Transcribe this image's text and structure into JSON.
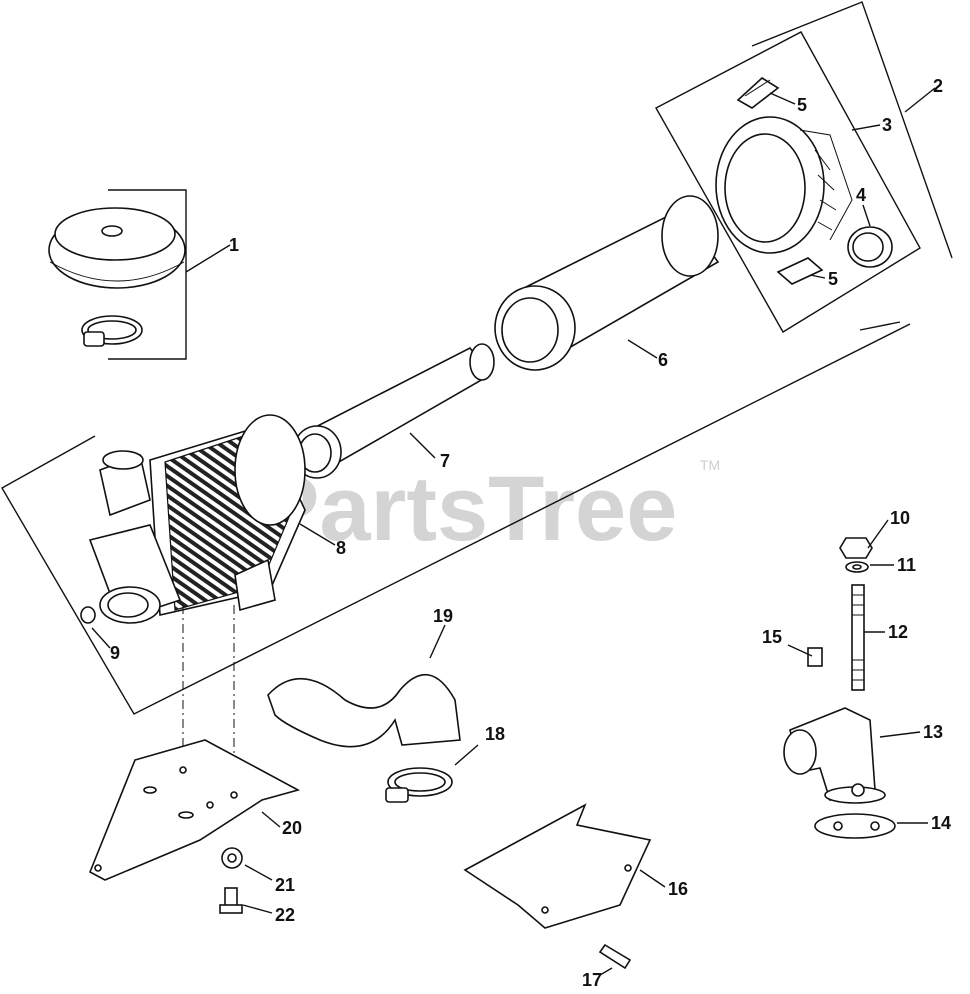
{
  "watermark": {
    "text": "PartsTree",
    "tm": "TM"
  },
  "callouts": {
    "c1": "1",
    "c2": "2",
    "c3": "3",
    "c4": "4",
    "c5a": "5",
    "c5b": "5",
    "c6": "6",
    "c7": "7",
    "c8": "8",
    "c9": "9",
    "c10": "10",
    "c11": "11",
    "c12": "12",
    "c13": "13",
    "c14": "14",
    "c15": "15",
    "c16": "16",
    "c17": "17",
    "c18": "18",
    "c19": "19",
    "c20": "20",
    "c21": "21",
    "c22": "22"
  },
  "colors": {
    "line": "#111111",
    "watermark": "#d4d4d4",
    "background": "#ffffff"
  }
}
